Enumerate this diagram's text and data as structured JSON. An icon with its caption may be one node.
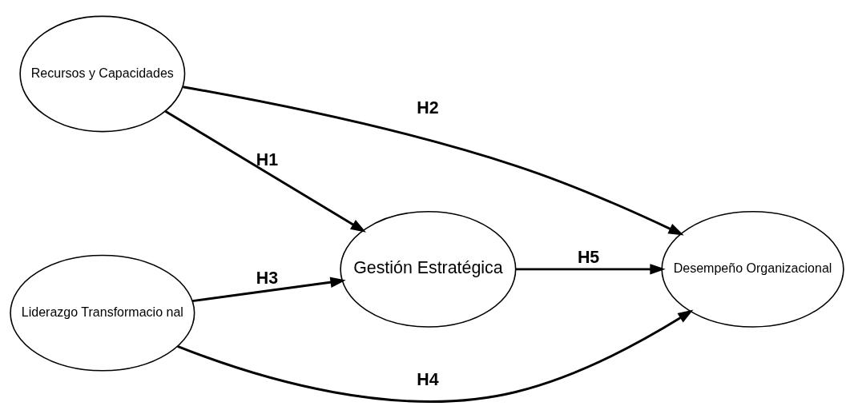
{
  "diagram": {
    "nodes": [
      {
        "text": [
          "Recursos y Capacidades"
        ]
      },
      {
        "text": [
          "Liderazgo Transformacio nal"
        ]
      },
      {
        "text": [
          "Gestión Estratégica"
        ]
      },
      {
        "text": [
          "Desempeño Organizacional"
        ]
      }
    ],
    "edges": [
      {
        "from": 0,
        "to": 2,
        "arrow": "to",
        "label": "H1"
      },
      {
        "from": 0,
        "to": 3,
        "arrow": "to",
        "label": "H2"
      },
      {
        "from": 1,
        "to": 2,
        "arrow": "to",
        "label": "H3"
      },
      {
        "from": 1,
        "to": 3,
        "arrow": "to",
        "label": "H4"
      },
      {
        "from": 2,
        "to": 3,
        "arrow": "to",
        "label": "H5"
      }
    ]
  }
}
